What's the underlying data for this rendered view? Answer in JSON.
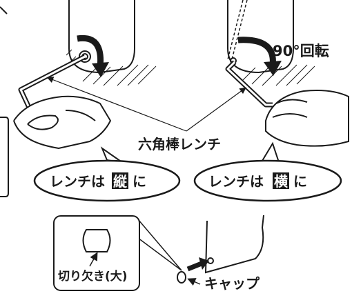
{
  "labels": {
    "rotation": "90°回転",
    "hex_wrench": "六角棒レンチ",
    "cap": "キャップ",
    "notch": "切り欠き(大)"
  },
  "bubble_left": {
    "prefix": "レンチは",
    "highlight": "縦",
    "suffix": "に"
  },
  "bubble_right": {
    "prefix": "レンチは",
    "highlight": "横",
    "suffix": "に"
  },
  "colors": {
    "ink": "#1a1a1a",
    "highlight_bg": "#1a1a1a",
    "highlight_text": "#ffffff",
    "background": "#ffffff"
  }
}
